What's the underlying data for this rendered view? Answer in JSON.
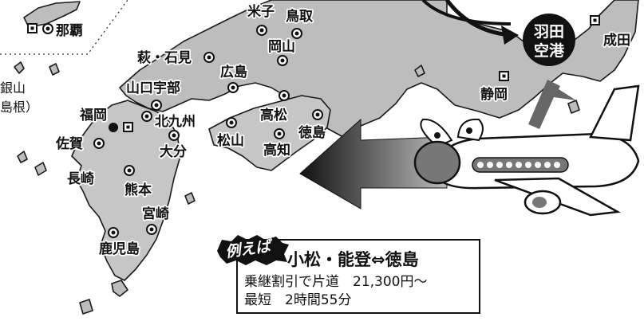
{
  "map": {
    "cities": {
      "naha": "那覇",
      "yonago": "米子",
      "tottori": "鳥取",
      "okayama": "岡山",
      "hagi_iwami": "萩・石見",
      "hiroshima": "広島",
      "yamaguchi_ube": "山口宇部",
      "fukuoka": "福岡",
      "kitakyushu": "北九州",
      "saga": "佐賀",
      "oita": "大分",
      "matsuyama": "松山",
      "takamatsu": "高松",
      "tokushima": "徳島",
      "kochi": "高知",
      "nagasaki": "長崎",
      "kumamoto": "熊本",
      "miyazaki": "宮崎",
      "kagoshima": "鹿児島",
      "shizuoka": "静岡",
      "narita": "成田",
      "iwami_ginzan": "銀山",
      "shimane": "島根）"
    },
    "hub": {
      "line1": "羽田",
      "line2": "空港"
    }
  },
  "callout": {
    "badge": "例えば",
    "route": "小松・能登⇔徳島",
    "line1": "乗継割引で片道　21,300円〜",
    "line2": "最短　2時間55分"
  },
  "colors": {
    "land": "#bdbdbd",
    "ink": "#111111",
    "sea": "#ffffff"
  }
}
